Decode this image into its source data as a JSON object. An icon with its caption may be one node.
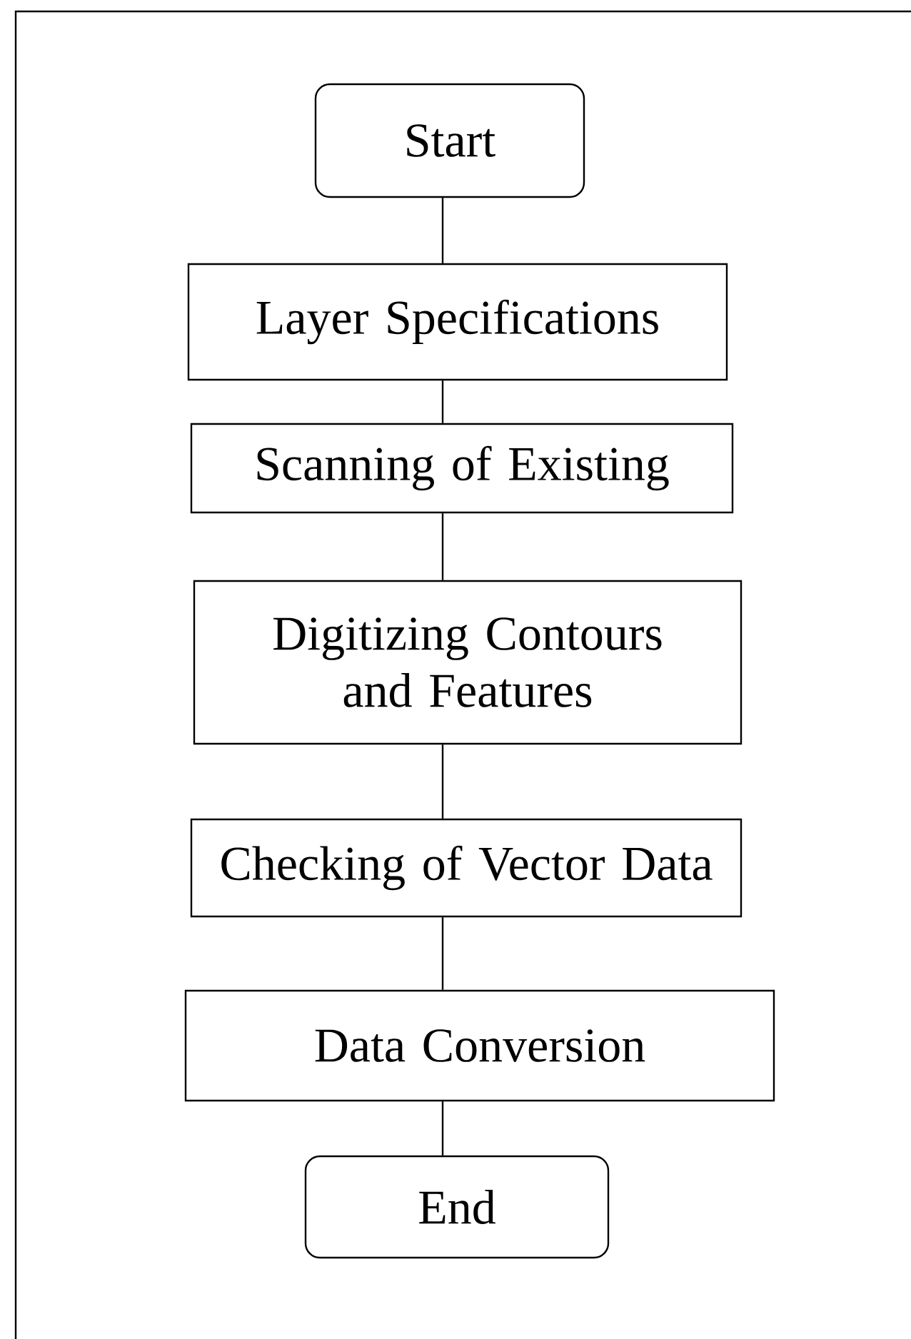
{
  "diagram": {
    "nodes": [
      {
        "text": [
          "Start"
        ]
      },
      {
        "text": [
          "Layer Specifications"
        ]
      },
      {
        "text": [
          "Scanning of Existing"
        ]
      },
      {
        "text": [
          "Digitizing Contours and Features"
        ]
      },
      {
        "text": [
          "Checking of Vector Data"
        ]
      },
      {
        "text": [
          "Data Conversion"
        ]
      },
      {
        "text": [
          "End"
        ]
      }
    ],
    "edges": [
      {
        "from": 0,
        "to": 1,
        "arrow": "none"
      },
      {
        "from": 1,
        "to": 2,
        "arrow": "none"
      },
      {
        "from": 2,
        "to": 3,
        "arrow": "none"
      },
      {
        "from": 3,
        "to": 4,
        "arrow": "none"
      },
      {
        "from": 4,
        "to": 5,
        "arrow": "none"
      },
      {
        "from": 5,
        "to": 6,
        "arrow": "none"
      }
    ]
  }
}
